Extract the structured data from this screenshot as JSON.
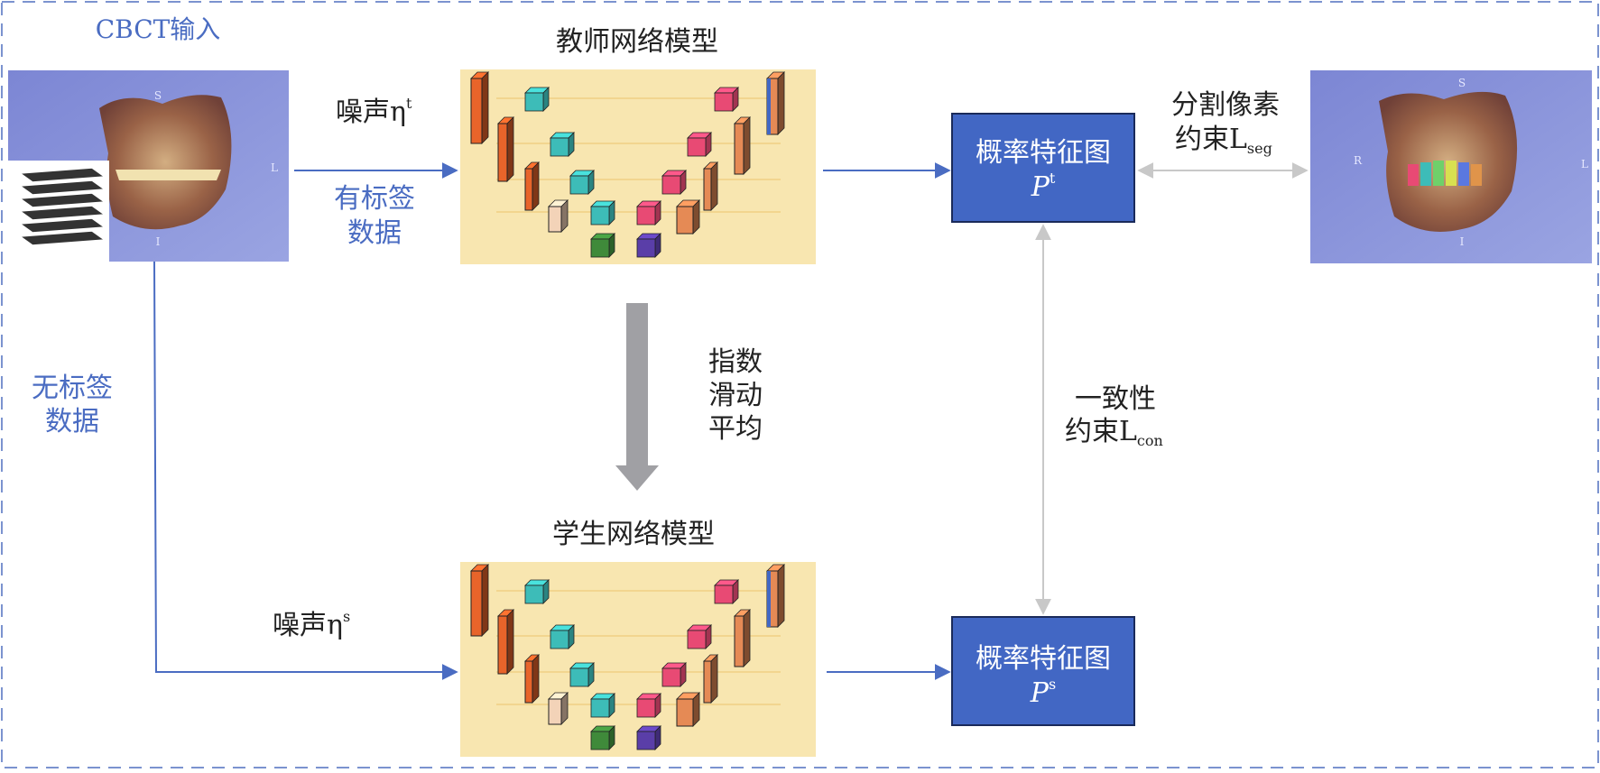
{
  "input_label": "CBCT输入",
  "labeled_data": [
    "有标签",
    "数据"
  ],
  "unlabeled_data": [
    "无标签",
    "数据"
  ],
  "teacher": {
    "title": "教师网络模型",
    "noise_prefix": "噪声η",
    "noise_sup": "t"
  },
  "student": {
    "title": "学生网络模型",
    "noise_prefix": "噪声η",
    "noise_sup": "s"
  },
  "ema": [
    "指数",
    "滑动",
    "平均"
  ],
  "prob_teacher": {
    "title": "概率特征图",
    "symbol": "P",
    "sup": "t"
  },
  "prob_student": {
    "title": "概率特征图",
    "symbol": "P",
    "sup": "s"
  },
  "seg_loss": {
    "line1": "分割像素",
    "line2_prefix": "约束L",
    "sub": "seg"
  },
  "con_loss": {
    "line1": "一致性",
    "line2_prefix": "约束L",
    "sub": "con"
  },
  "colors": {
    "accent_blue": "#4a6cc2",
    "box_blue": "#4267c4",
    "unet_bg": "#f8e6b0",
    "orange": "#e8642a",
    "teal": "#3dbcb8",
    "pink": "#e84a74",
    "green": "#3f8a3a",
    "purple": "#5a3ea8",
    "gray_arrow": "#a0a0a4",
    "light_arrow": "#c8c8c8"
  }
}
